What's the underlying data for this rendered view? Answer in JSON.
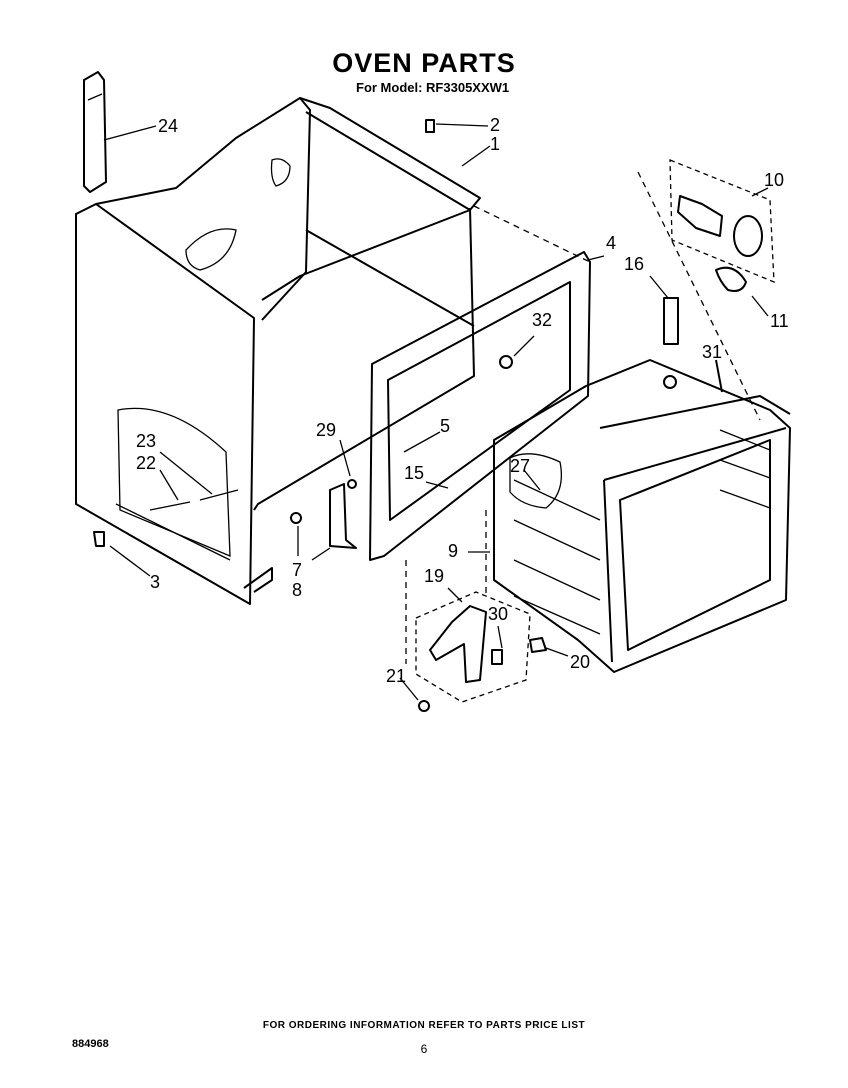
{
  "header": {
    "title": "OVEN PARTS",
    "model": "For Model: RF3305XXW1"
  },
  "parts": [
    {
      "id": "1",
      "label": "1"
    },
    {
      "id": "2",
      "label": "2"
    },
    {
      "id": "3",
      "label": "3"
    },
    {
      "id": "4",
      "label": "4"
    },
    {
      "id": "5",
      "label": "5"
    },
    {
      "id": "7",
      "label": "7"
    },
    {
      "id": "8",
      "label": "8"
    },
    {
      "id": "9",
      "label": "9"
    },
    {
      "id": "10",
      "label": "10"
    },
    {
      "id": "11",
      "label": "11"
    },
    {
      "id": "15",
      "label": "15"
    },
    {
      "id": "16",
      "label": "16"
    },
    {
      "id": "19",
      "label": "19"
    },
    {
      "id": "20",
      "label": "20"
    },
    {
      "id": "21",
      "label": "21"
    },
    {
      "id": "22",
      "label": "22"
    },
    {
      "id": "23",
      "label": "23"
    },
    {
      "id": "24",
      "label": "24"
    },
    {
      "id": "27",
      "label": "27"
    },
    {
      "id": "29",
      "label": "29"
    },
    {
      "id": "30",
      "label": "30"
    },
    {
      "id": "31",
      "label": "31"
    },
    {
      "id": "32",
      "label": "32"
    }
  ],
  "footer": {
    "ordering_note": "FOR ORDERING INFORMATION REFER TO PARTS PRICE LIST",
    "doc_number": "884968",
    "page_number": "6"
  }
}
